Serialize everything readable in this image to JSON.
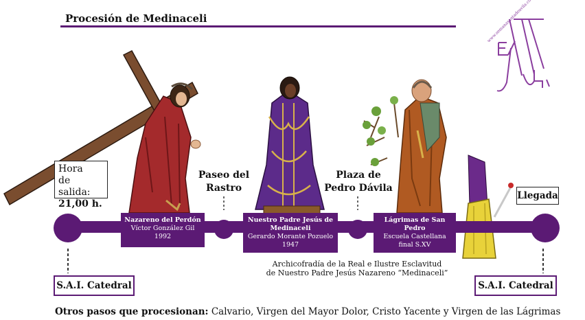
{
  "title": "Procesión de Medinaceli",
  "callout": {
    "line1": "Hora",
    "line2": "de salida:",
    "time": "21,00 h."
  },
  "arrival_label": "Llegada",
  "stops": [
    {
      "name": "Paseo del",
      "name2": "Rastro"
    },
    {
      "name": "Plaza de",
      "name2": "Pedro Dávila"
    }
  ],
  "pasos": [
    {
      "name": "Nazareno del Perdón",
      "author": "Víctor González Gil",
      "year": "1992"
    },
    {
      "name": "Nuestro Padre Jesús de",
      "name2": "Medinaceli",
      "author": "Gerardo Morante Pozuelo",
      "year": "1947"
    },
    {
      "name": "Lágrimas de San",
      "name2": "Pedro",
      "author": "Escuela Castellana",
      "year": "final S.XV"
    }
  ],
  "start": "S.A.I. Catedral",
  "end": "S.A.I. Catedral",
  "brotherhood": {
    "line1": "Archicofradía de la Real e Ilustre Esclavitud",
    "line2": "de Nuestro Padre Jesús Nazareno “Medinaceli”"
  },
  "footer": {
    "label": "Otros pasos que procesionan:",
    "text": "Calvario, Virgen del Mayor Dolor, Cristo Yacente y Virgen de las Lágrimas"
  },
  "logo": {
    "url_text": "www.semanasantadeavila.com"
  },
  "colors": {
    "accent": "#5b1a74",
    "text": "#111111"
  }
}
